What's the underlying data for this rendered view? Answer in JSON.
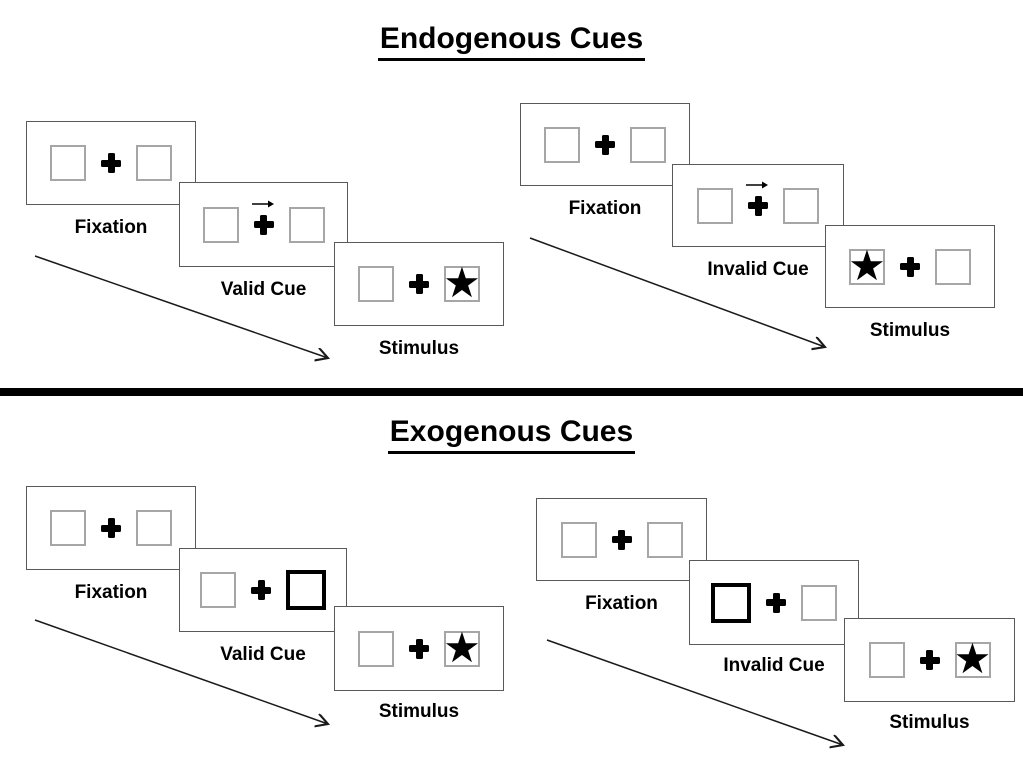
{
  "glyphs": {
    "star": "★"
  },
  "colors": {
    "ink": "#000000",
    "panel_border": "#595959",
    "box_border": "#a6a6a6"
  },
  "sections": [
    {
      "title": "Endogenous Cues",
      "sequences": [
        {
          "name": "valid-trial",
          "panels": [
            {
              "label": "Fixation",
              "cue": "none",
              "star_side": "none",
              "highlight_side": "none"
            },
            {
              "label": "Valid Cue",
              "cue": "arrow-right",
              "star_side": "none",
              "highlight_side": "none"
            },
            {
              "label": "Stimulus",
              "cue": "none",
              "star_side": "right",
              "highlight_side": "none"
            }
          ]
        },
        {
          "name": "invalid-trial",
          "panels": [
            {
              "label": "Fixation",
              "cue": "none",
              "star_side": "none",
              "highlight_side": "none"
            },
            {
              "label": "Invalid Cue",
              "cue": "arrow-right",
              "star_side": "none",
              "highlight_side": "none"
            },
            {
              "label": "Stimulus",
              "cue": "none",
              "star_side": "left",
              "highlight_side": "none"
            }
          ]
        }
      ]
    },
    {
      "title": "Exogenous Cues",
      "sequences": [
        {
          "name": "valid-trial",
          "panels": [
            {
              "label": "Fixation",
              "cue": "none",
              "star_side": "none",
              "highlight_side": "none"
            },
            {
              "label": "Valid Cue",
              "cue": "box-brighten",
              "star_side": "none",
              "highlight_side": "right"
            },
            {
              "label": "Stimulus",
              "cue": "none",
              "star_side": "right",
              "highlight_side": "none"
            }
          ]
        },
        {
          "name": "invalid-trial",
          "panels": [
            {
              "label": "Fixation",
              "cue": "none",
              "star_side": "none",
              "highlight_side": "none"
            },
            {
              "label": "Invalid Cue",
              "cue": "box-brighten",
              "star_side": "none",
              "highlight_side": "left"
            },
            {
              "label": "Stimulus",
              "cue": "none",
              "star_side": "right",
              "highlight_side": "none"
            }
          ]
        }
      ]
    }
  ]
}
